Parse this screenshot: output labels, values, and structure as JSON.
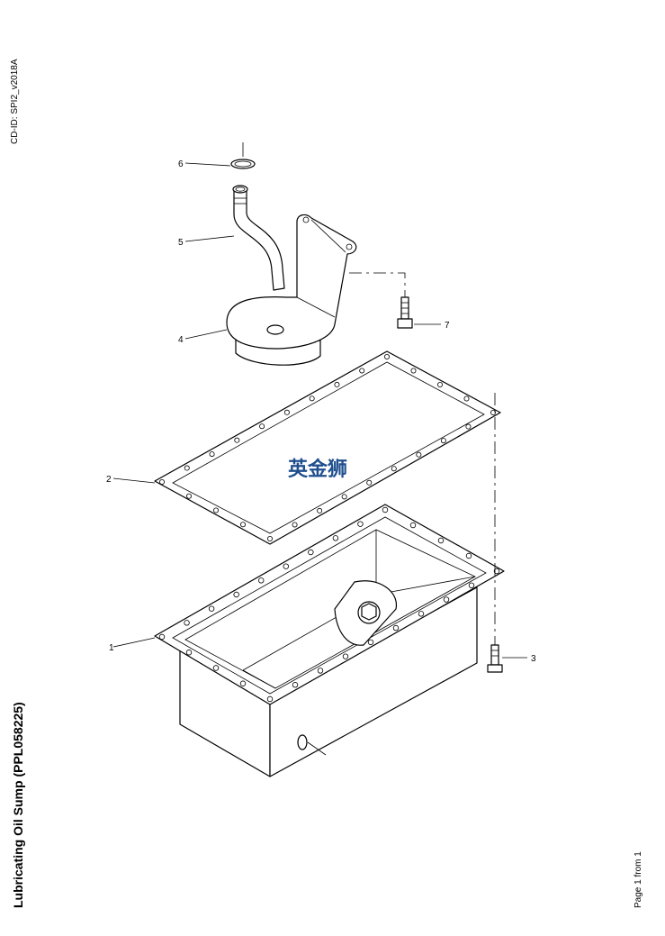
{
  "header": {
    "cd_id": "CD-ID: SPI2_v2018A"
  },
  "title": "Lubricating Oil Sump (PPL058225)",
  "footer": {
    "page_info": "Page 1 from 1"
  },
  "watermark": {
    "text": "英金狮",
    "color": "#1f4f8f"
  },
  "callouts": [
    "1",
    "2",
    "3",
    "4",
    "5",
    "6",
    "7"
  ]
}
